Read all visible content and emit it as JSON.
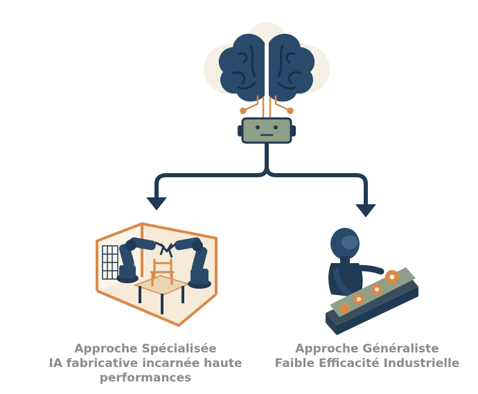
{
  "branches": [
    {
      "id": "specialized",
      "lines": [
        "Approche Spécialisée",
        "IA fabricative incarnée haute",
        "performances"
      ]
    },
    {
      "id": "generalist",
      "lines": [
        "Approche Généraliste",
        "Faible Efficacité Industrielle"
      ]
    }
  ],
  "colors": {
    "navy": "#1f3a52",
    "orange": "#d98a4a",
    "caption": "#8c8c8c",
    "robot_face": "#8fa089"
  },
  "icons": [
    "brain-icon",
    "robot-head-icon",
    "robotic-cell-icon",
    "humanoid-robot-icon"
  ]
}
